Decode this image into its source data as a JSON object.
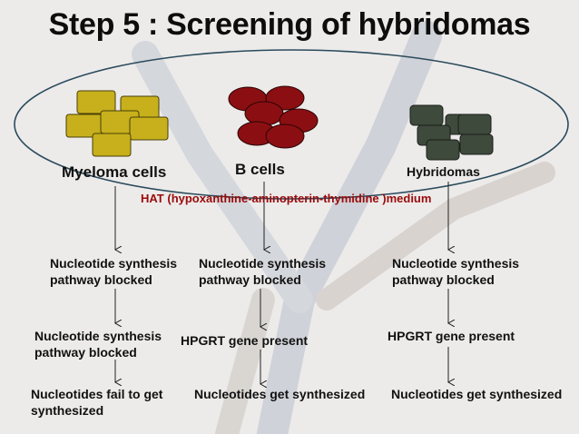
{
  "title": "Step 5 : Screening of hybridomas",
  "colors": {
    "myeloma": "#c7b01c",
    "bcell": "#8b0f12",
    "hybridoma": "#3e4a3c",
    "medium_text": "#9b0a0a",
    "ellipse": "#2b4a5c"
  },
  "cells": {
    "myeloma": "Myeloma cells",
    "bcell": "B cells",
    "hybridoma": "Hybridomas"
  },
  "medium": "HAT (hypoxanthine-aminopterin-thymidine )medium",
  "columns": [
    {
      "row1": [
        "Nucleotide synthesis",
        "pathway blocked"
      ],
      "row2": [
        "Nucleotide synthesis",
        "pathway blocked"
      ],
      "row3": [
        "Nucleotides fail to get",
        "synthesized"
      ]
    },
    {
      "row1": [
        "Nucleotide synthesis",
        "pathway blocked"
      ],
      "row2": [
        "HPGRT gene present"
      ],
      "row3": [
        "Nucleotides get synthesized"
      ]
    },
    {
      "row1": [
        "Nucleotide synthesis",
        "pathway blocked"
      ],
      "row2": [
        "HPGRT gene present"
      ],
      "row3": [
        "Nucleotides get synthesized"
      ]
    }
  ]
}
